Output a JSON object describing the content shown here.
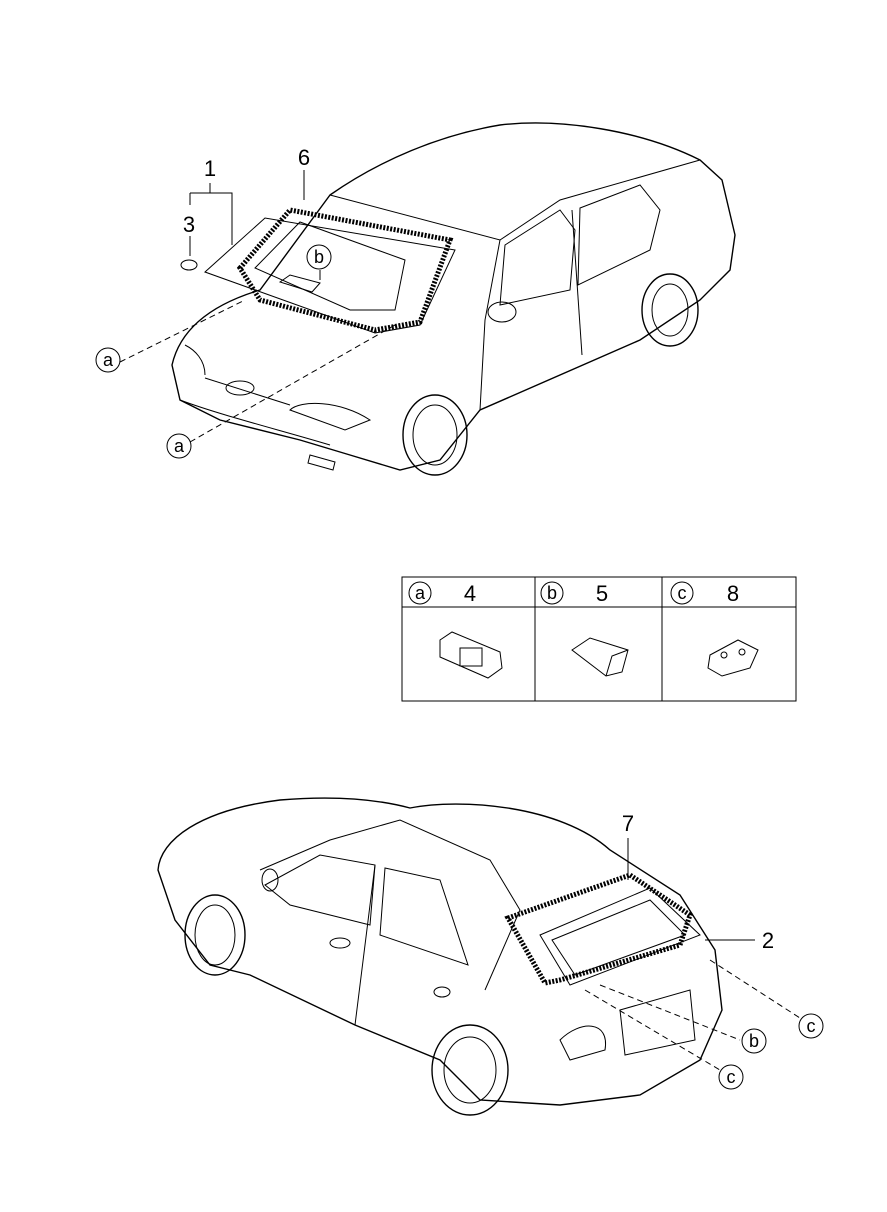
{
  "callouts": {
    "front": {
      "part1": "1",
      "part3": "3",
      "part6": "6",
      "ref_b": "b",
      "ref_a1": "a",
      "ref_a2": "a"
    },
    "rear": {
      "part7": "7",
      "part2": "2",
      "ref_c1": "c",
      "ref_b": "b",
      "ref_c2": "c"
    }
  },
  "legend_table": [
    {
      "ref": "a",
      "part": "4"
    },
    {
      "ref": "b",
      "part": "5"
    },
    {
      "ref": "c",
      "part": "8"
    }
  ]
}
